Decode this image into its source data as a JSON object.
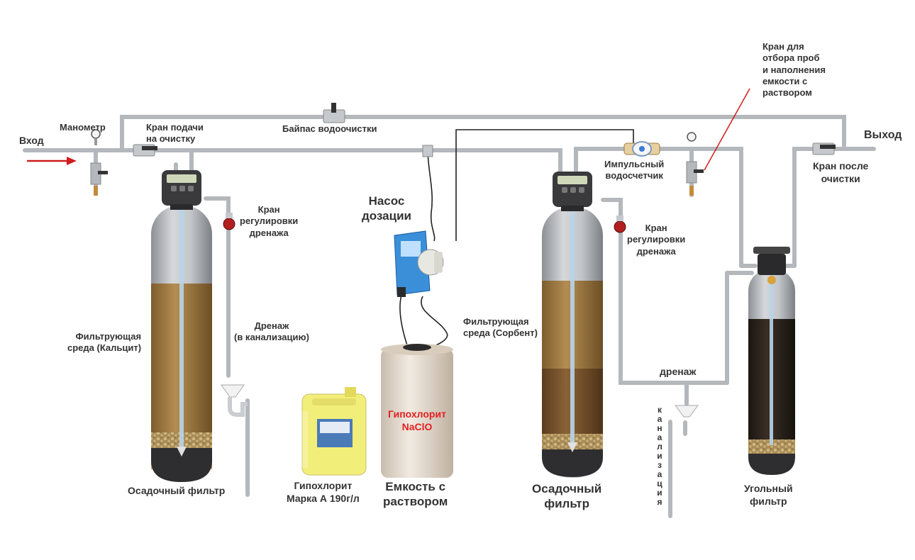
{
  "labels": {
    "inlet": "Вход",
    "outlet": "Выход",
    "manometer": "Манометр",
    "supply_valve": "Кран подачи\nна очистку",
    "bypass": "Байпас водоочистки",
    "pulse_meter": "Импульсный\nводосчетчик",
    "sampling_valve": "Кран для\nотбора проб\nи наполнения\nемкости с\nраствором",
    "after_valve": "Кран после\nочистки",
    "drain_valve_1": "Кран\nрегулировки\nдренажа",
    "drain_valve_2": "Кран\nрегулировки\nдренажа",
    "dosing_pump": "Насос\nдозации",
    "media_calcite": "Фильтрующая\nсреда (Кальцит)",
    "drain_sewer": "Дренаж\n(в канализацию)",
    "media_sorbent": "Фильтрующая\nсреда (Сорбент)",
    "drain": "дренаж",
    "sewer_vertical": "канализация",
    "sediment_filter_1": "Осадочный фильтр",
    "hypochlorite_brand": "Гипохлорит\nМарка А 190г/л",
    "solution_tank": "Емкость с\nраствором",
    "sediment_filter_2": "Осадочный\nфильтр",
    "carbon_filter": "Угольный\nфильтр"
  },
  "tank_text": "Гипохлорит\nNaClO",
  "colors": {
    "pipe": "#c9ccd0",
    "pipe_edge": "#9a9fa5",
    "arrow": "#d01c1c",
    "media_calcite": "#a57e45",
    "media_sorbent": "#7a5630",
    "media_carbon": "#2c2520",
    "gravel": "#b59a66",
    "tank_body": "#e8ddd0",
    "canister": "#f2ee7a",
    "pump": "#3a8fd8",
    "label": "#333333"
  },
  "icons": [
    "inlet-arrow-icon",
    "manometer-icon",
    "ball-valve-icon",
    "control-valve-icon",
    "drain-valve-icon",
    "funnel-icon",
    "pump-icon",
    "water-meter-icon",
    "canister-icon"
  ]
}
